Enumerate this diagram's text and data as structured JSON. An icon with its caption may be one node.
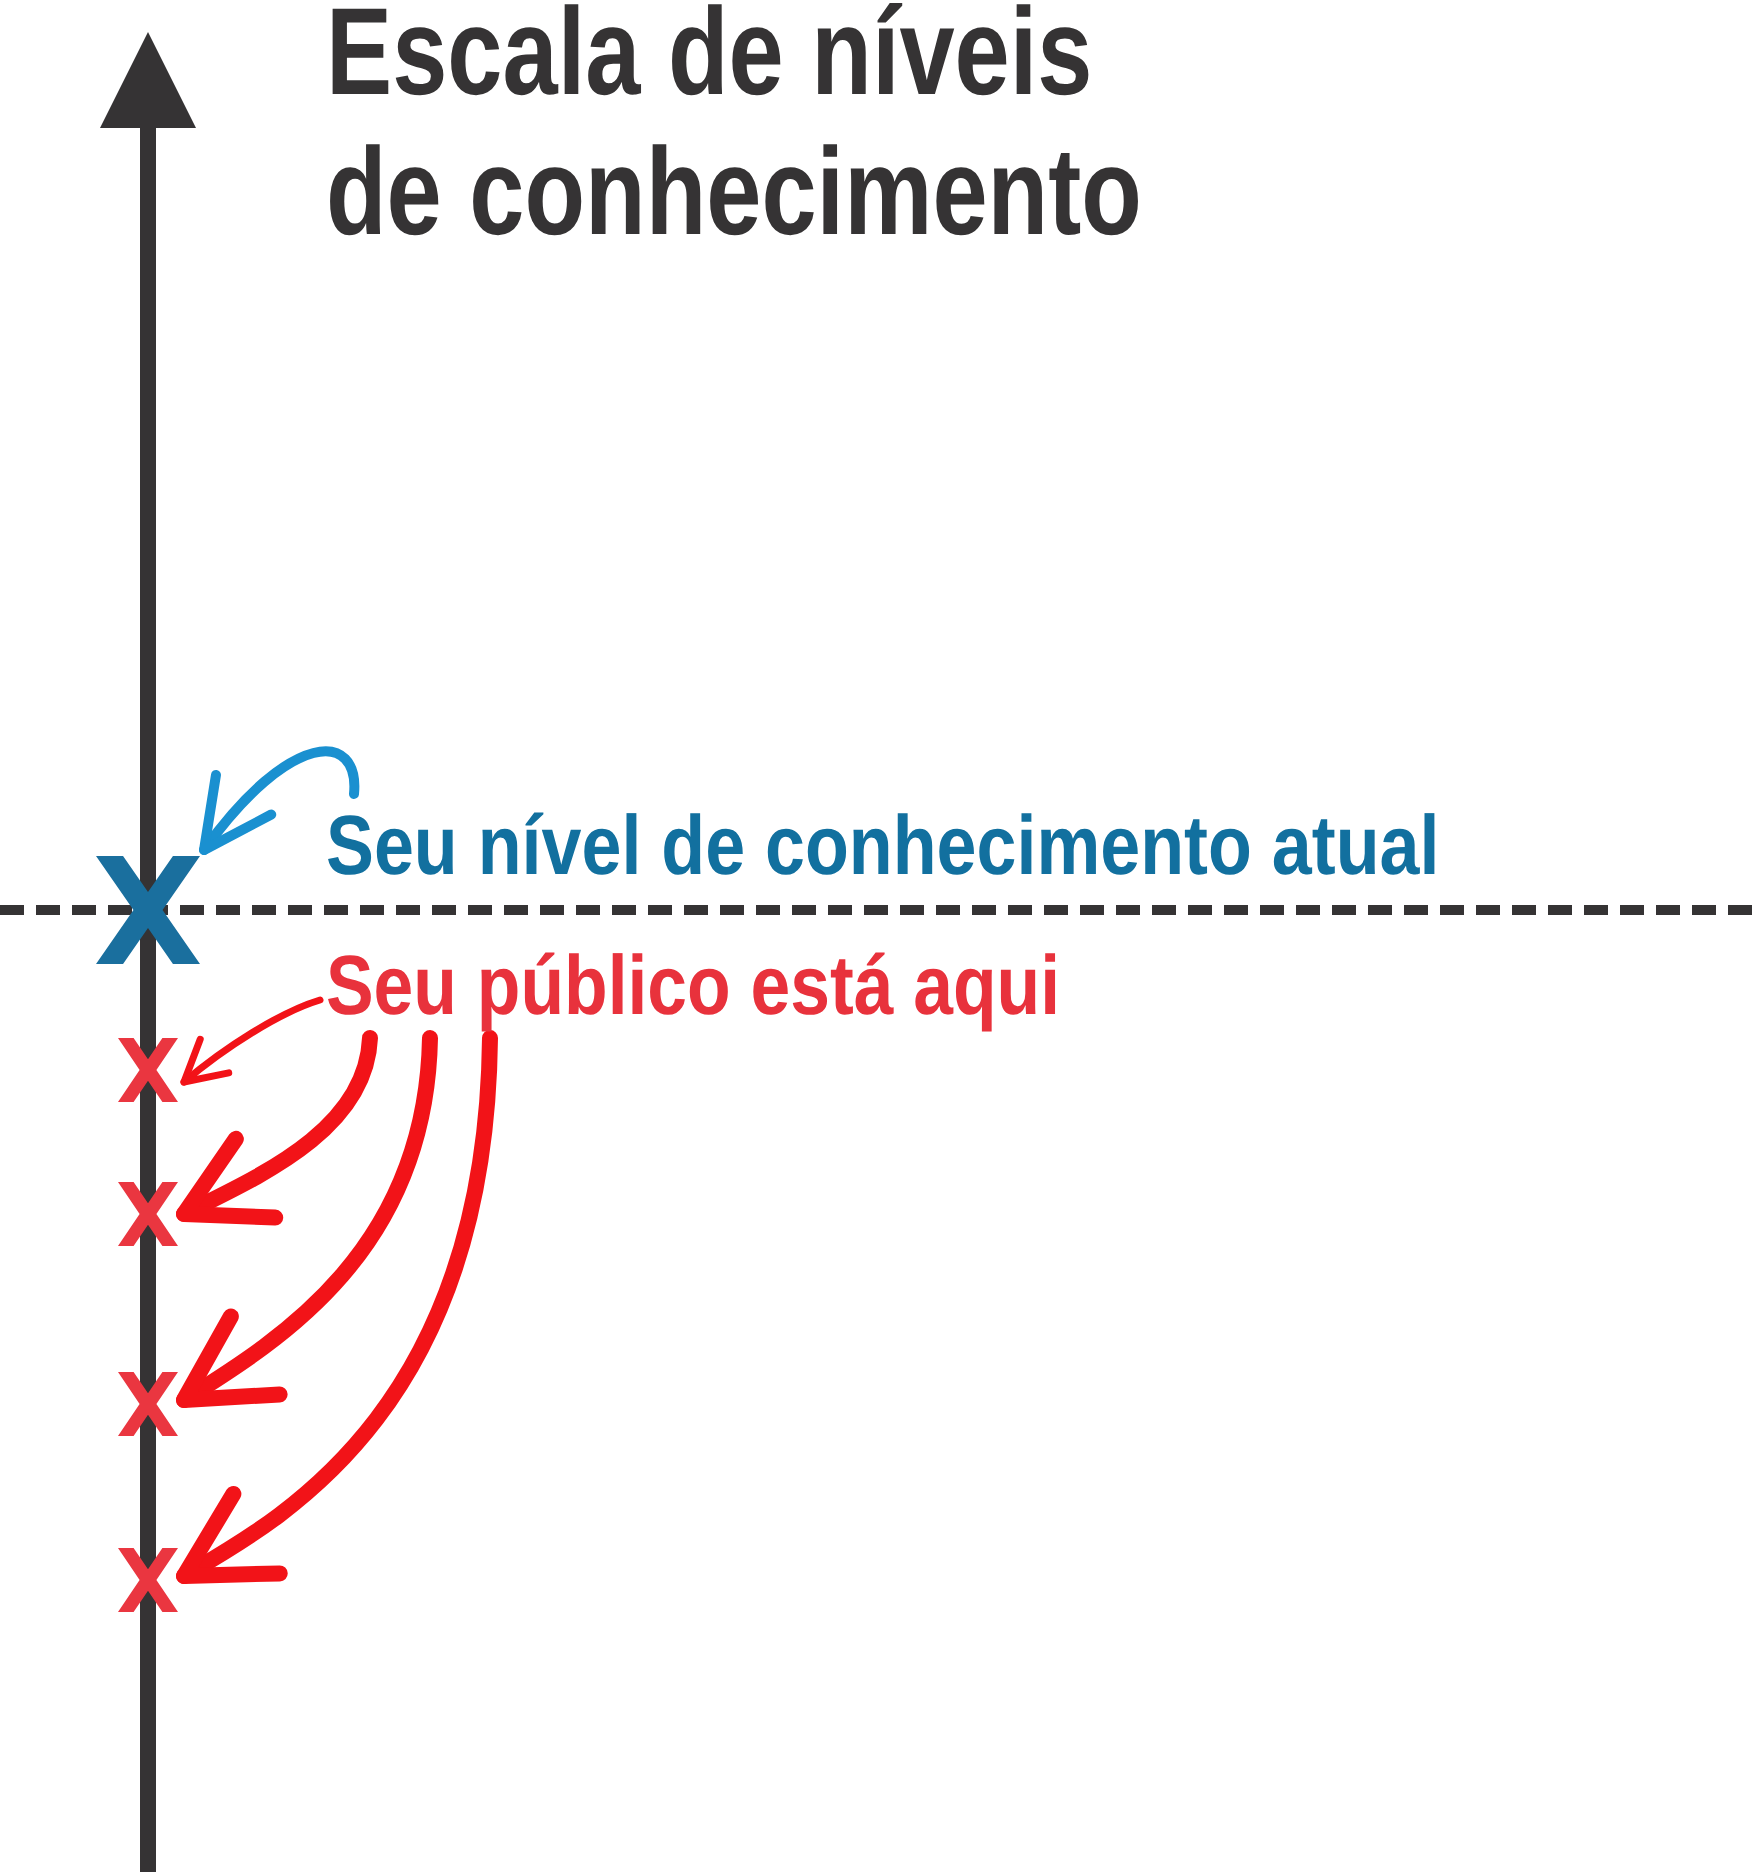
{
  "diagram": {
    "title": "Escala de níveis de conhecimento",
    "nodes": [
      {
        "text": [
          "Seu nível de conhecimento atual"
        ]
      },
      {
        "text": [],
        "shape": "cross"
      },
      {
        "text": [
          "Seu público está aqui"
        ]
      },
      {
        "text": [],
        "shape": "cross"
      },
      {
        "text": [],
        "shape": "cross"
      },
      {
        "text": [],
        "shape": "cross"
      },
      {
        "text": [],
        "shape": "cross"
      }
    ],
    "edges": [
      {
        "from": 0,
        "to": 1,
        "arrow": "to",
        "color": "#1a90d0"
      },
      {
        "from": 2,
        "to": 3,
        "arrow": "to"
      },
      {
        "from": 2,
        "to": 4,
        "arrow": "to"
      },
      {
        "from": 2,
        "to": 5,
        "arrow": "to"
      },
      {
        "from": 2,
        "to": 6,
        "arrow": "to"
      }
    ]
  }
}
